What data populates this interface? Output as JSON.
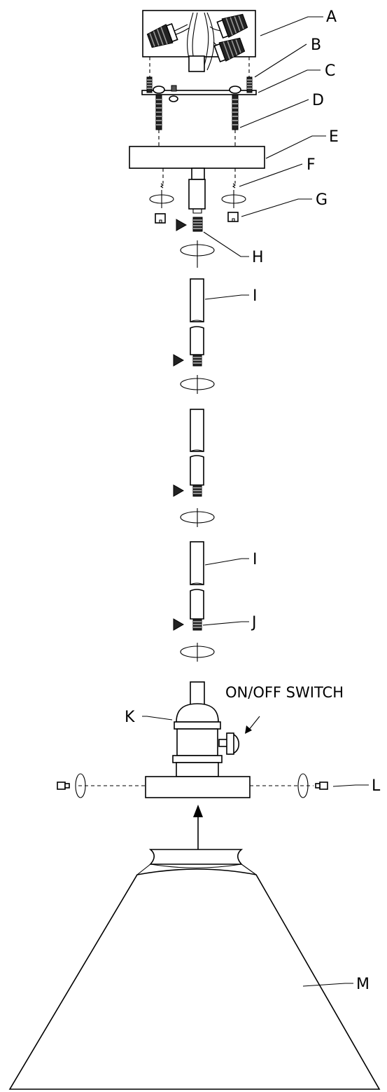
{
  "labels": {
    "a": "A",
    "b": "B",
    "c": "C",
    "d": "D",
    "e": "E",
    "f": "F",
    "g": "G",
    "h": "H",
    "i1": "I",
    "i2": "I",
    "j": "J",
    "k": "K",
    "l": "L",
    "m": "M"
  },
  "switch_label": "ON/OFF SWITCH",
  "colors": {
    "line": "#000000",
    "background": "#ffffff"
  }
}
